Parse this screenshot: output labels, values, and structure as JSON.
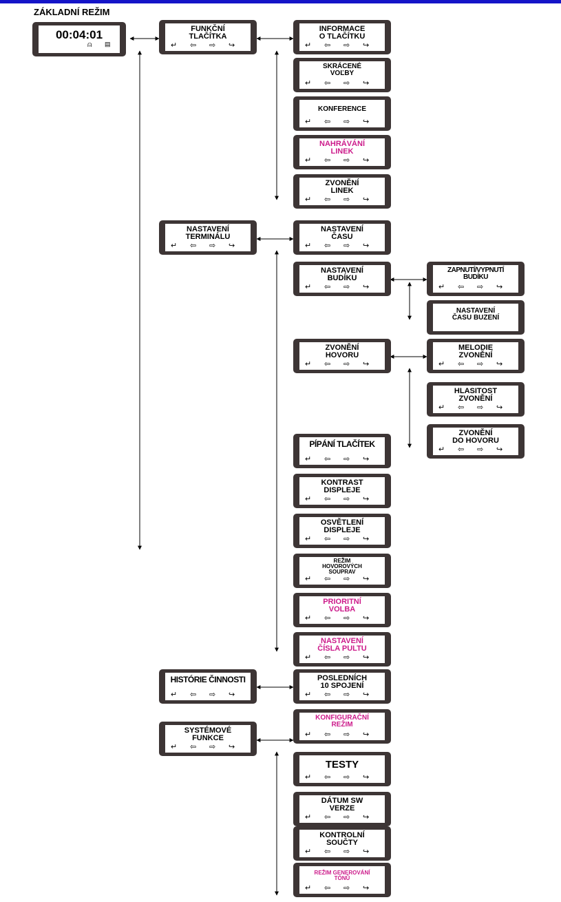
{
  "title": "ZÁKLADNÍ REŽIM",
  "clock": {
    "time": "00:04:01"
  },
  "icons": {
    "bell": "bell-icon",
    "note": "note-icon",
    "arrows": [
      "return-arrow-icon",
      "left-arrow-icon",
      "right-arrow-icon",
      "forward-arrow-icon"
    ]
  },
  "arrow_glyphs": {
    "enter": "↵",
    "left": "⇦",
    "right": "⇨",
    "forward": "↪"
  },
  "colors": {
    "top_bar": "#1414c8",
    "highlight": "#cc1a8a",
    "frame": "#3d3535"
  },
  "menu": {
    "level1": {
      "funkcni": "FUNKČNÍ\nTLAČÍTKA",
      "terminal": "NASTAVENÍ\nTERMINÁLU",
      "historie": "HISTÓRIE ČINNOSTI",
      "system": "SYSTÉMOVÉ\nFUNKCE"
    },
    "funkcni_items": [
      "INFORMACE\nO TLAČÍTKU",
      "SKRÁCENÉ\nVOĽBY",
      "KONFERENCE",
      "NAHRÁVÁNÍ\nLINEK",
      "ZVONĚNÍ\nLINEK"
    ],
    "terminal_items": [
      "NASTAVENÍ\nČASU",
      "NASTAVENÍ\nBUDÍKU",
      "ZVONĚNÍ\nHOVORU",
      "PÍPÁNÍ TLAČÍTEK",
      "KONTRAST\nDISPLEJE",
      "OSVĚTLENÍ\nDISPLEJE",
      "REŽIM\nHOVOROVÝCH\nSOUPRAV",
      "PRIORITNÍ\nVOLBA",
      "NASTAVENÍ\nČÍSLA PULTU"
    ],
    "budik_items": [
      "ZAPNUTÍ/VYPNUTÍ\nBUDÍKU",
      "NASTAVENÍ\nČASU BUZENÍ"
    ],
    "zvoneni_items": [
      "MELODIE\nZVONĚNÍ",
      "HLASITOST\nZVONĚNÍ",
      "ZVONĚNÍ\nDO HOVORU"
    ],
    "historie_items": [
      "POSLEDNÍCH\n10 SPOJENÍ"
    ],
    "system_items": [
      "KONFIGURAČNÍ\nREŽIM",
      "TESTY",
      "DÁTUM SW\nVERZE",
      "KONTROLNÍ\nSOUČTY",
      "REŽIM GENEROVÁNÍ\nTÓNŮ"
    ]
  }
}
